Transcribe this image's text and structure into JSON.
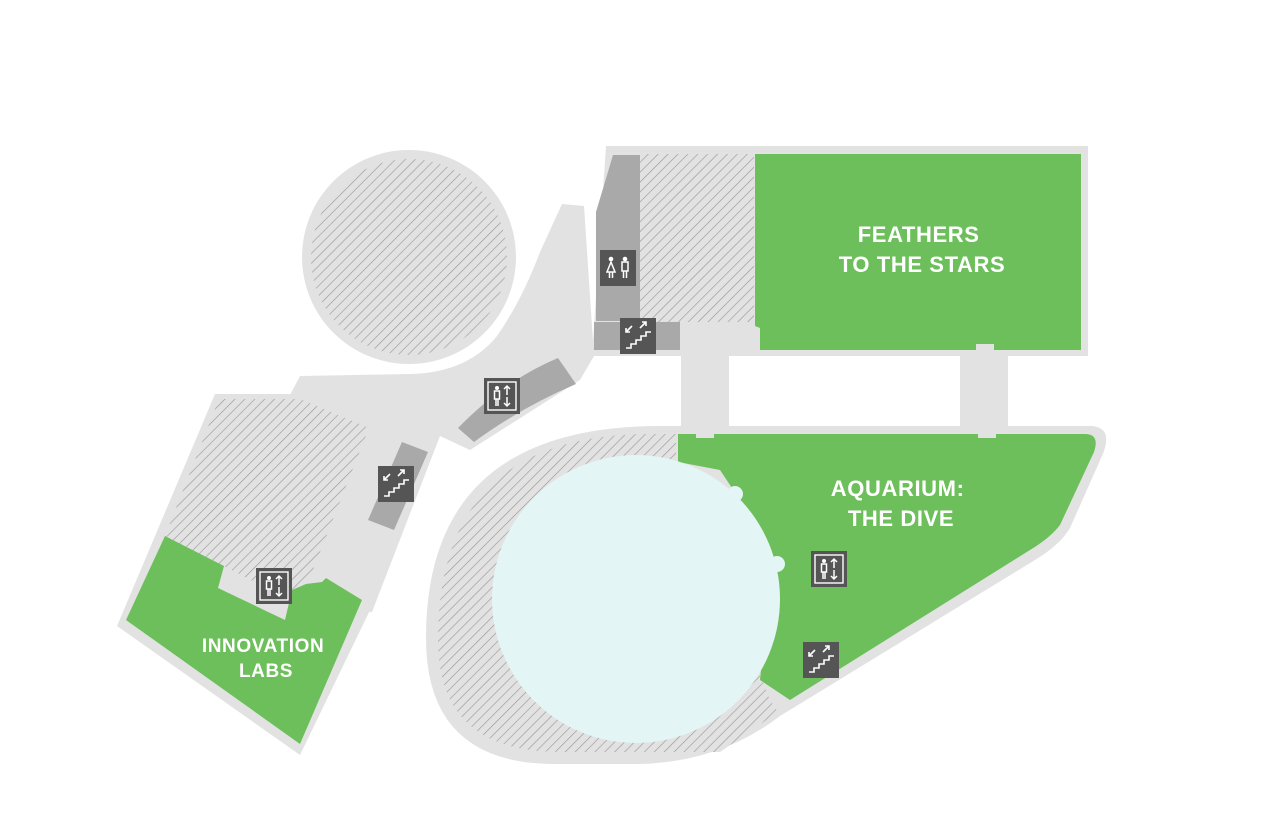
{
  "map": {
    "colors": {
      "background": "#ffffff",
      "floor": "#e2e2e2",
      "outline": "#e6e6e6",
      "exhibit": "#6dbf5b",
      "service": "#a9a9a9",
      "hatch_line": "#9a9a9a",
      "water": "#e3f5f4",
      "icon_bg": "#555555",
      "icon_fg": "#ffffff",
      "label": "#ffffff"
    },
    "zones": [
      {
        "id": "feathers",
        "name_lines": [
          "FEATHERS",
          "TO THE STARS"
        ]
      },
      {
        "id": "aquarium",
        "name_lines": [
          "AQUARIUM:",
          "THE DIVE"
        ]
      },
      {
        "id": "innovation",
        "name_lines": [
          "INNOVATION",
          "LABS"
        ]
      }
    ],
    "amenities": [
      {
        "id": "restroom-1",
        "icon": "restroom-icon"
      },
      {
        "id": "escalator-1",
        "icon": "escalator-icon"
      },
      {
        "id": "elevator-1",
        "icon": "elevator-icon"
      },
      {
        "id": "escalator-2",
        "icon": "escalator-icon"
      },
      {
        "id": "elevator-2",
        "icon": "elevator-icon"
      },
      {
        "id": "elevator-3",
        "icon": "elevator-icon"
      },
      {
        "id": "escalator-3",
        "icon": "escalator-icon"
      }
    ]
  }
}
